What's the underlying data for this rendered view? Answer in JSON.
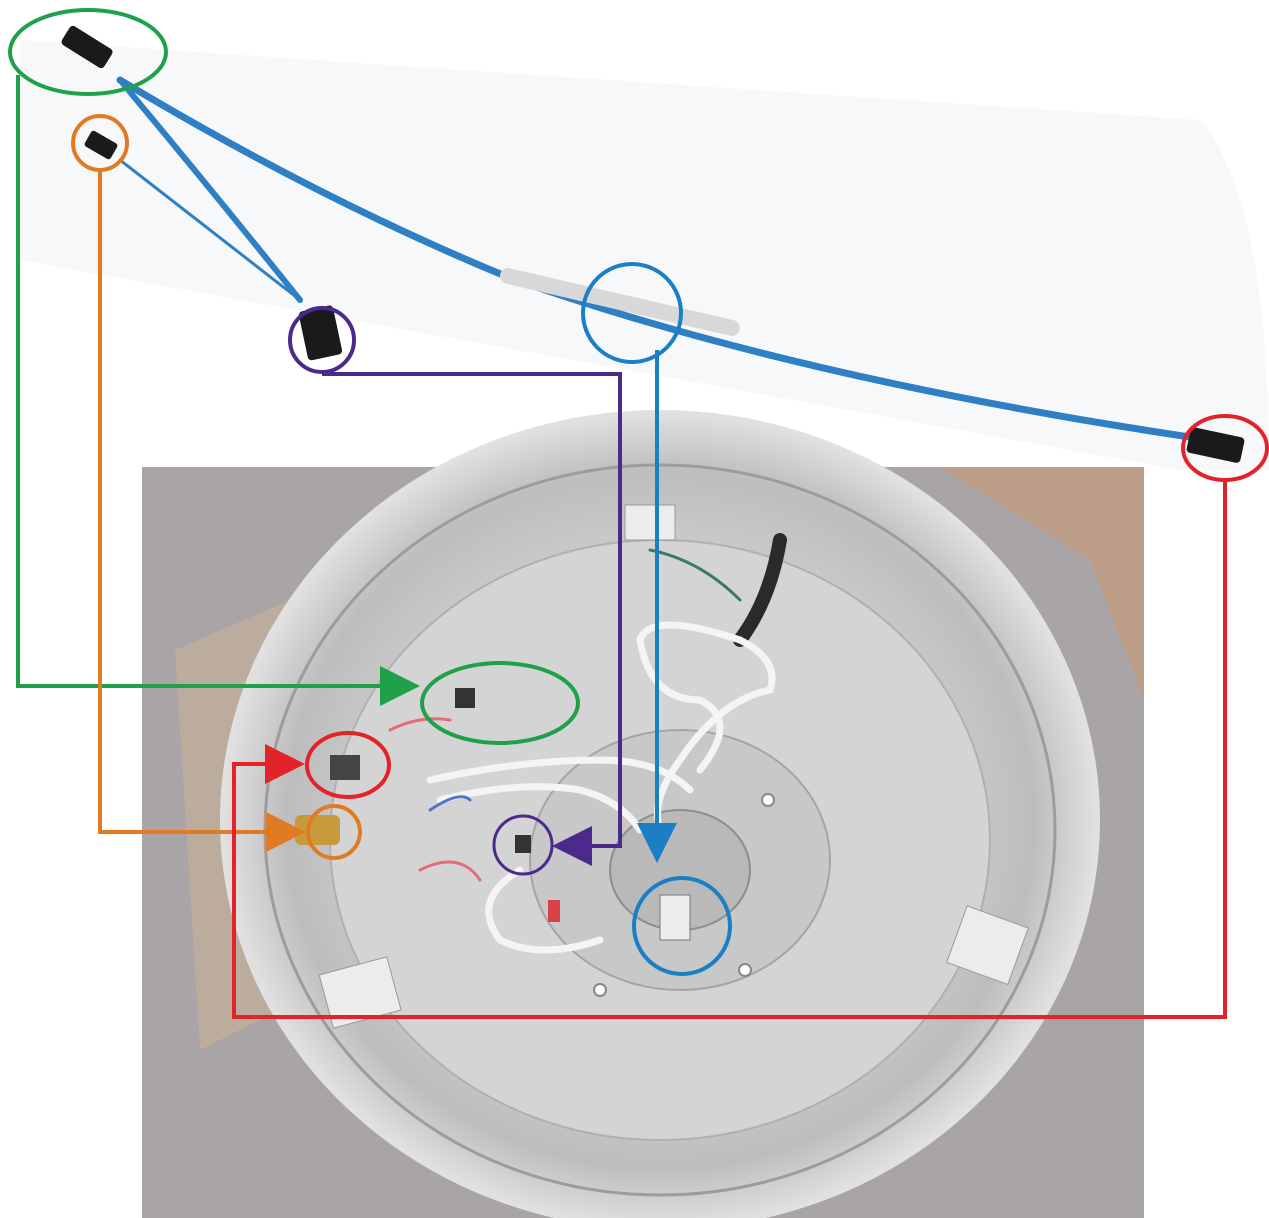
{
  "colors": {
    "green": "#1fa04a",
    "orange": "#e07b24",
    "purple": "#4b2a8c",
    "blue": "#1b7fc6",
    "red": "#e2232a",
    "cable_blue": "#2f7fc4",
    "connector": "#1a1a1a",
    "sleeve": "#d8d8d8",
    "photo_bg": "#a9a4a6",
    "pot_metal": "#dcdcdc"
  },
  "diagram": {
    "type": "wiring-harness-mapping",
    "connections": [
      {
        "id": "main-connector",
        "color": "green",
        "from": "harness-main-connector",
        "to": "thermostat-switch"
      },
      {
        "id": "small-connector",
        "color": "orange",
        "from": "harness-small-connector",
        "to": "brass-terminal"
      },
      {
        "id": "mid-connector",
        "color": "purple",
        "from": "harness-mid-connector",
        "to": "center-terminal"
      },
      {
        "id": "sleeve",
        "color": "blue",
        "from": "harness-sleeve",
        "to": "heater-element-mount"
      },
      {
        "id": "end-connector",
        "color": "red",
        "from": "harness-end-connector",
        "to": "left-switch-terminal"
      }
    ]
  },
  "icons": {
    "cable": "braided-cable",
    "connector": "spade-connector",
    "photo": "appliance-base-photo"
  }
}
